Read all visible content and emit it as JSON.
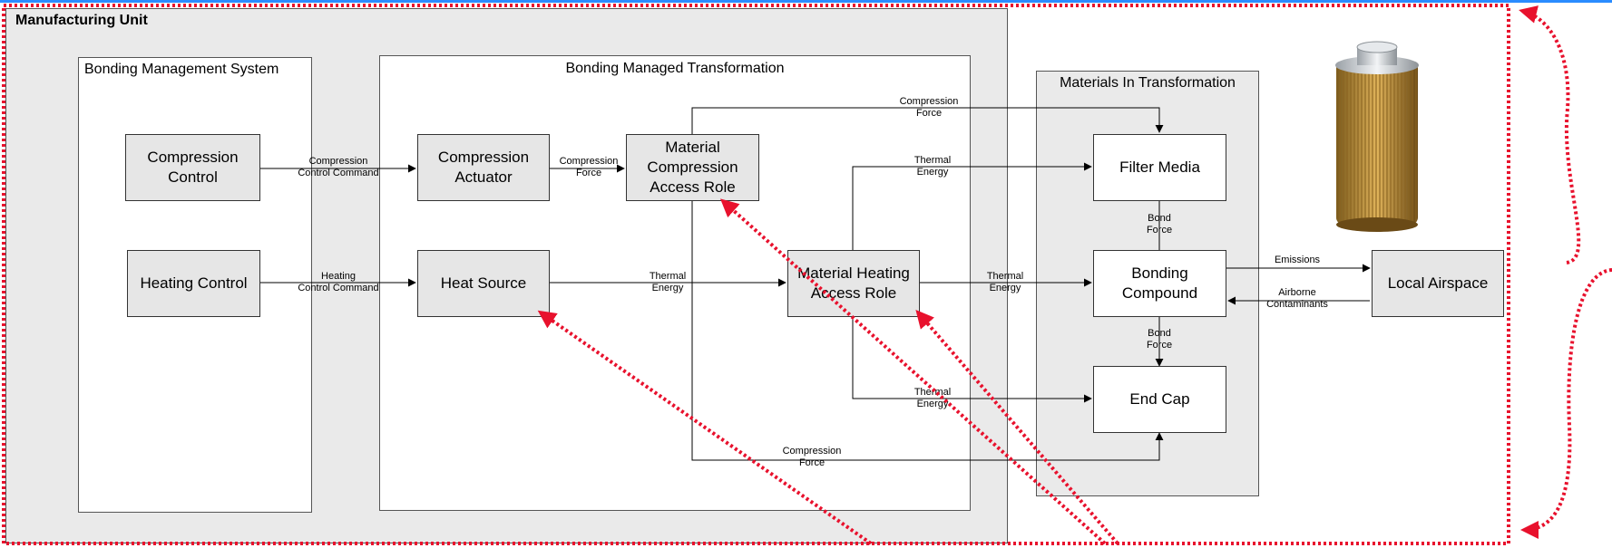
{
  "colors": {
    "accent": "#2a8cff",
    "annotation": "#e8112d",
    "block_fill": "#e6e6e6",
    "region_fill": "#eaeaea"
  },
  "regions": {
    "manufacturing_unit": "Manufacturing Unit",
    "bonding_management_system": "Bonding Management System",
    "bonding_managed_transformation": "Bonding Managed Transformation",
    "materials_in_transformation": "Materials In Transformation"
  },
  "blocks": {
    "compression_control": "Compression\nControl",
    "heating_control": "Heating Control",
    "compression_actuator": "Compression\nActuator",
    "heat_source": "Heat Source",
    "material_compression_access_role": "Material\nCompression\nAccess Role",
    "material_heating_access_role": "Material Heating\nAccess Role",
    "filter_media": "Filter Media",
    "bonding_compound": "Bonding\nCompound",
    "end_cap": "End Cap",
    "local_airspace": "Local Airspace"
  },
  "flows": {
    "compression_control_command": "Compression\nControl Command",
    "heating_control_command": "Heating\nControl Command",
    "compression_force_actuator": "Compression\nForce",
    "compression_force_top": "Compression\nForce",
    "compression_force_bottom": "Compression\nForce",
    "thermal_energy_heat_source": "Thermal\nEnergy",
    "thermal_energy_filter_media": "Thermal\nEnergy",
    "thermal_energy_bonding_compound": "Thermal\nEnergy",
    "thermal_energy_end_cap": "Thermal\nEnergy",
    "bond_force_upper": "Bond\nForce",
    "bond_force_lower": "Bond\nForce",
    "emissions": "Emissions",
    "airborne_contaminants": "Airborne\nContaminants"
  },
  "image": {
    "icon": "cylindrical-filter-cartridge"
  }
}
